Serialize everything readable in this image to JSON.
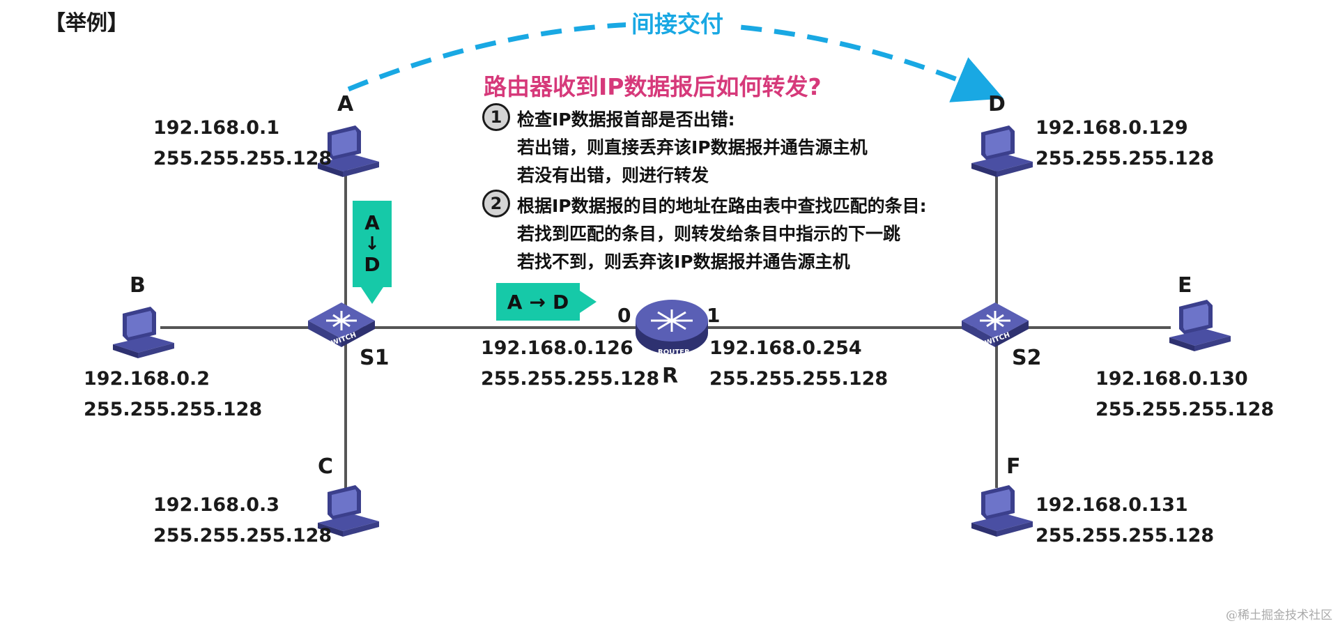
{
  "header": {
    "example_label": "【举例】"
  },
  "indirect_label": "间接交付",
  "question": "路由器收到IP数据报后如何转发?",
  "steps": [
    {
      "num": "1",
      "title": "检查IP数据报首部是否出错:",
      "lines": [
        "若出错，则直接丢弃该IP数据报并通告源主机",
        "若没有出错，则进行转发"
      ]
    },
    {
      "num": "2",
      "title": "根据IP数据报的目的地址在路由表中查找匹配的条目:",
      "lines": [
        "若找到匹配的条目，则转发给条目中指示的下一跳",
        "若找不到，则丢弃该IP数据报并通告源主机"
      ]
    }
  ],
  "hosts": {
    "A": {
      "name": "A",
      "ip": "192.168.0.1",
      "mask": "255.255.255.128"
    },
    "B": {
      "name": "B",
      "ip": "192.168.0.2",
      "mask": "255.255.255.128"
    },
    "C": {
      "name": "C",
      "ip": "192.168.0.3",
      "mask": "255.255.255.128"
    },
    "D": {
      "name": "D",
      "ip": "192.168.0.129",
      "mask": "255.255.255.128"
    },
    "E": {
      "name": "E",
      "ip": "192.168.0.130",
      "mask": "255.255.255.128"
    },
    "F": {
      "name": "F",
      "ip": "192.168.0.131",
      "mask": "255.255.255.128"
    }
  },
  "switches": {
    "S1": "S1",
    "S2": "S2",
    "device_text": "SWITCH"
  },
  "router": {
    "name": "R",
    "device_text": "ROUTER",
    "port0": {
      "label": "0",
      "ip": "192.168.0.126",
      "mask": "255.255.255.128"
    },
    "port1": {
      "label": "1",
      "ip": "192.168.0.254",
      "mask": "255.255.255.128"
    }
  },
  "packet_tags": {
    "vertical": {
      "from": "A",
      "to": "D"
    },
    "horizontal": {
      "from": "A",
      "to": "D"
    }
  },
  "colors": {
    "indirect": "#19a8e3",
    "question": "#d6397a",
    "packet_tag": "#16c9a8",
    "device": "#4a4fa3",
    "link": "#555555"
  },
  "watermark": "@稀土掘金技术社区"
}
